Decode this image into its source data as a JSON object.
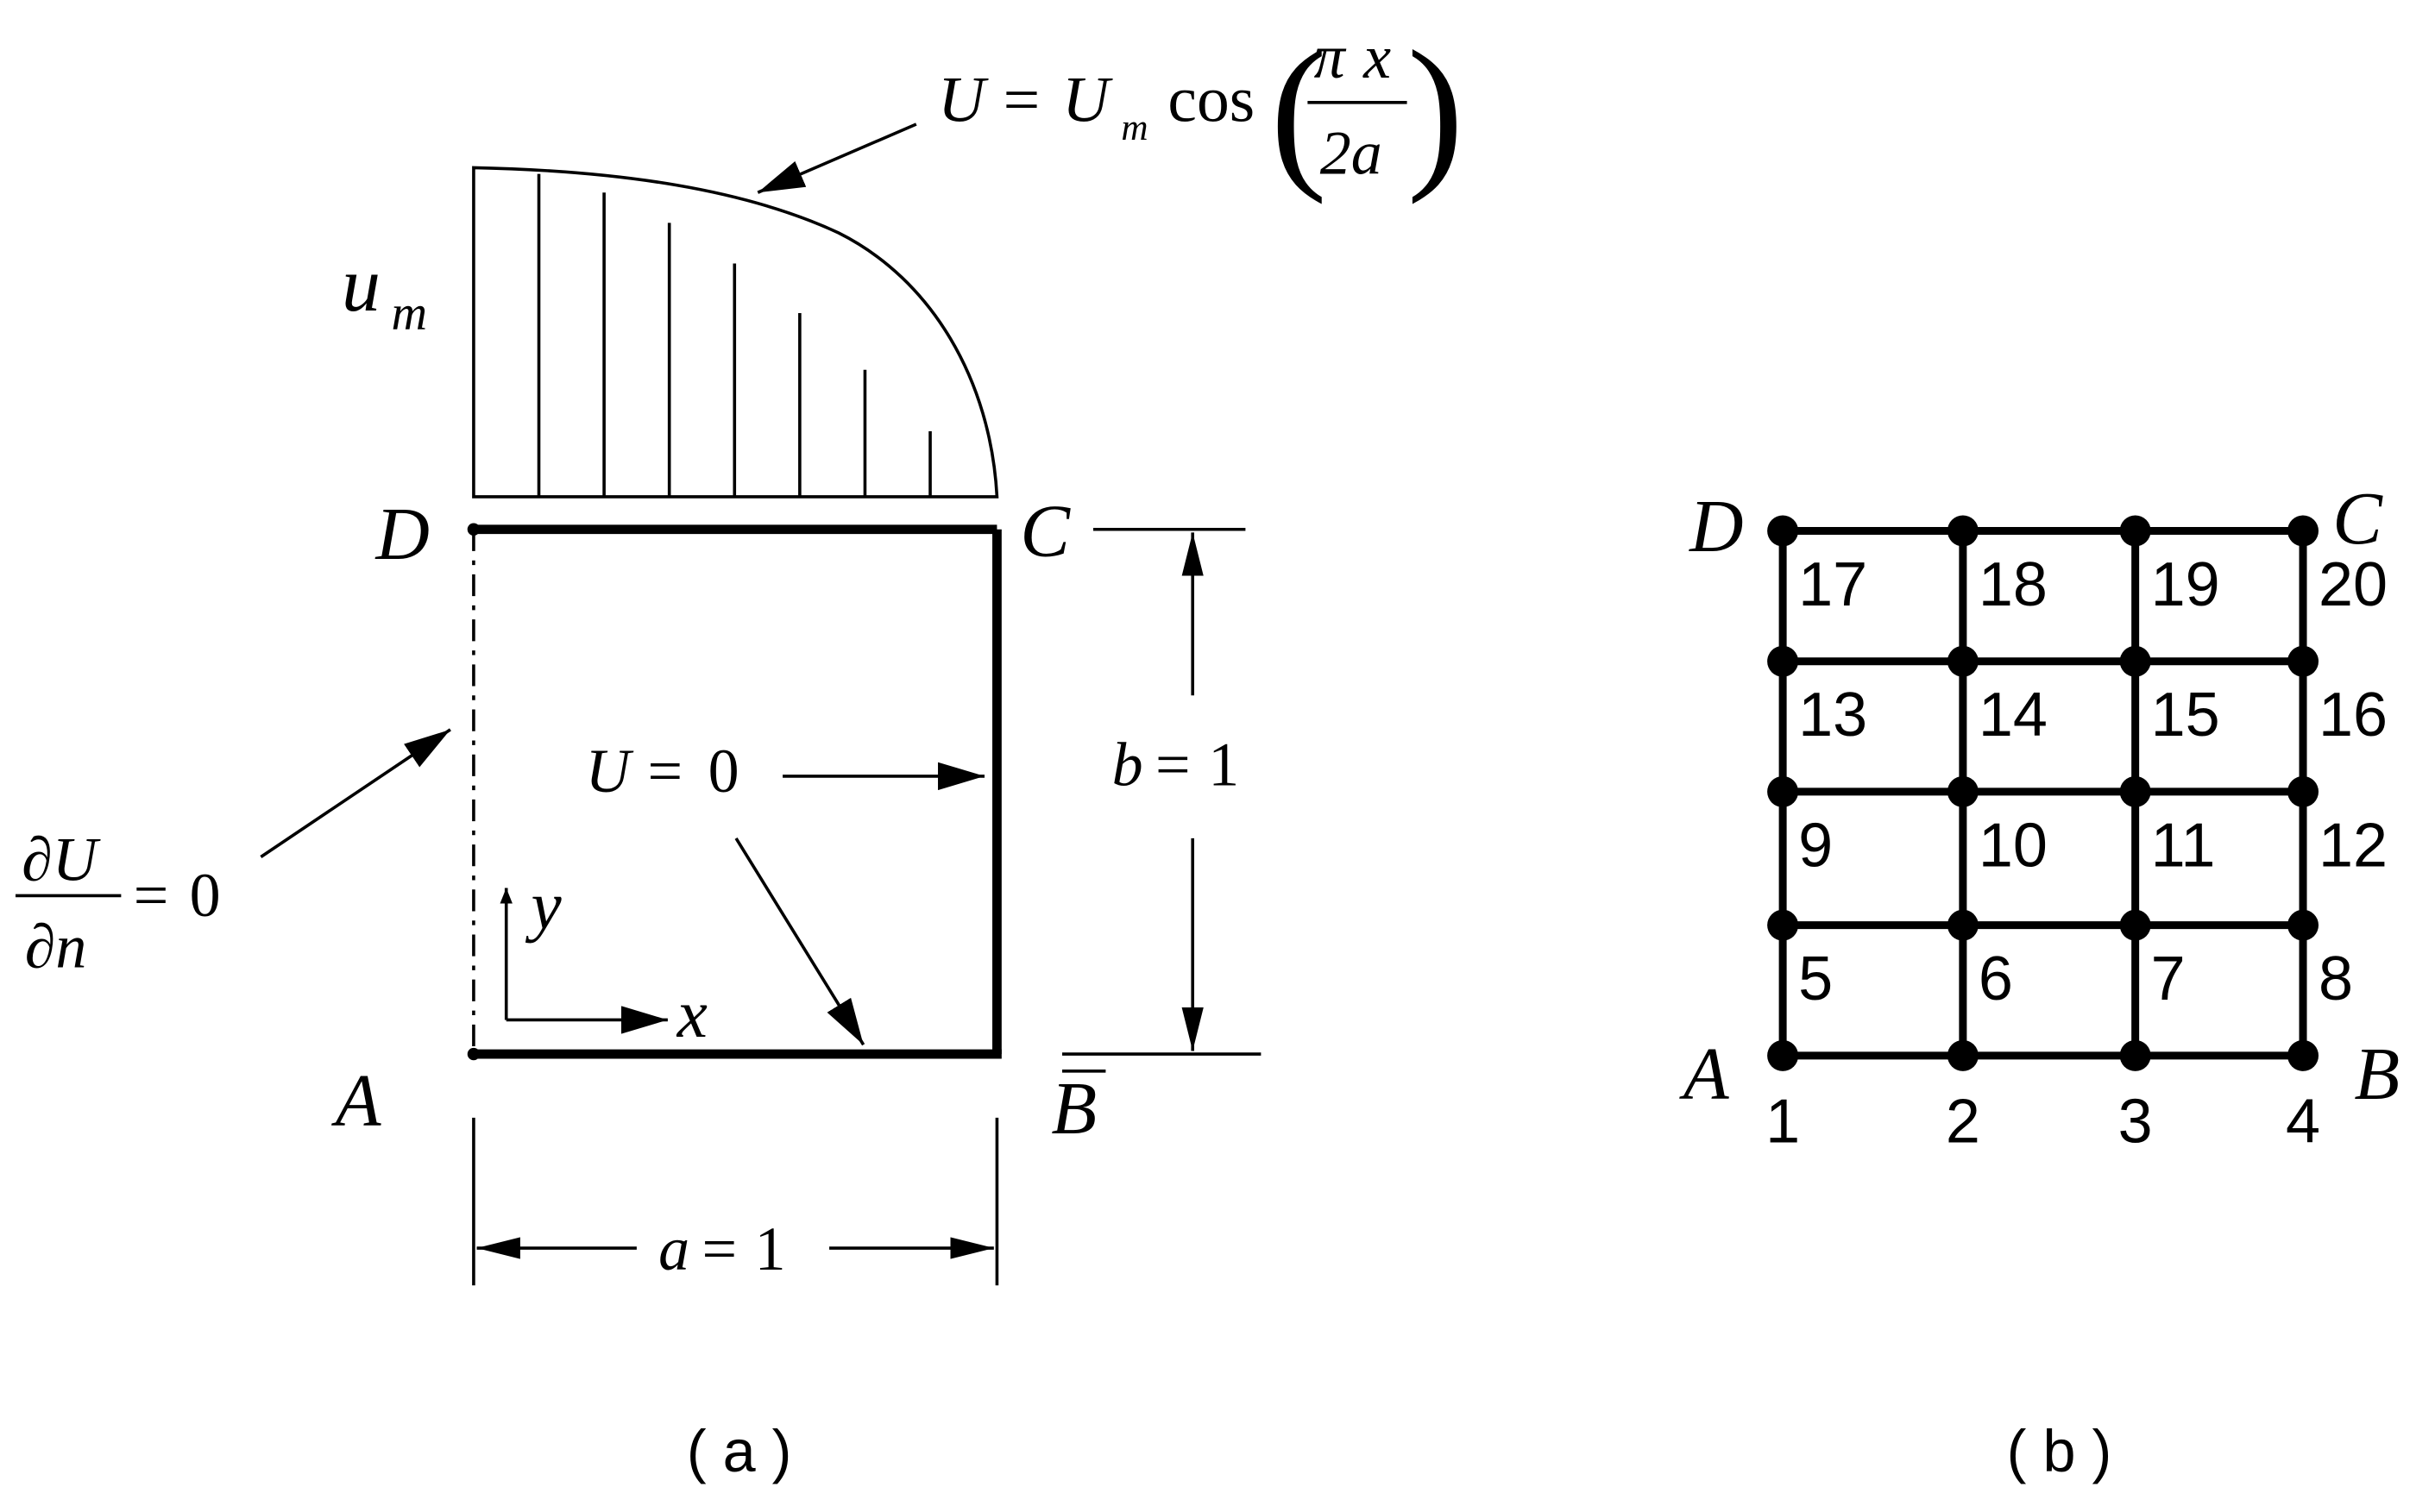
{
  "panel_a": {
    "inlet_label": "u",
    "inlet_label_sub": "m",
    "formula": {
      "lhs": "U",
      "eq": "=",
      "coef": "U",
      "coef_sub": "m",
      "func": "cos",
      "num_pi": "π",
      "num_x": "x",
      "den": "2a",
      "paren_left": "(",
      "paren_right": ")"
    },
    "corners": {
      "A": "A",
      "B": "B",
      "C": "C",
      "D": "D"
    },
    "wall_condition": {
      "var": "U",
      "eq": "=",
      "val": "0"
    },
    "neumann": {
      "num": "∂U",
      "den": "∂n",
      "eq": "=",
      "val": "0"
    },
    "dimension_a": {
      "var": "a",
      "eq": "=",
      "val": "1"
    },
    "dimension_b": {
      "var": "b",
      "eq": "=",
      "val": "1"
    },
    "axis_x": "x",
    "axis_y": "y",
    "caption": "( a )"
  },
  "panel_b": {
    "corners": {
      "A": "A",
      "B": "B",
      "C": "C",
      "D": "D"
    },
    "node_labels": [
      "1",
      "2",
      "3",
      "4",
      "5",
      "6",
      "7",
      "8",
      "9",
      "10",
      "11",
      "12",
      "13",
      "14",
      "15",
      "16",
      "17",
      "18",
      "19",
      "20"
    ],
    "caption": "( b )"
  }
}
